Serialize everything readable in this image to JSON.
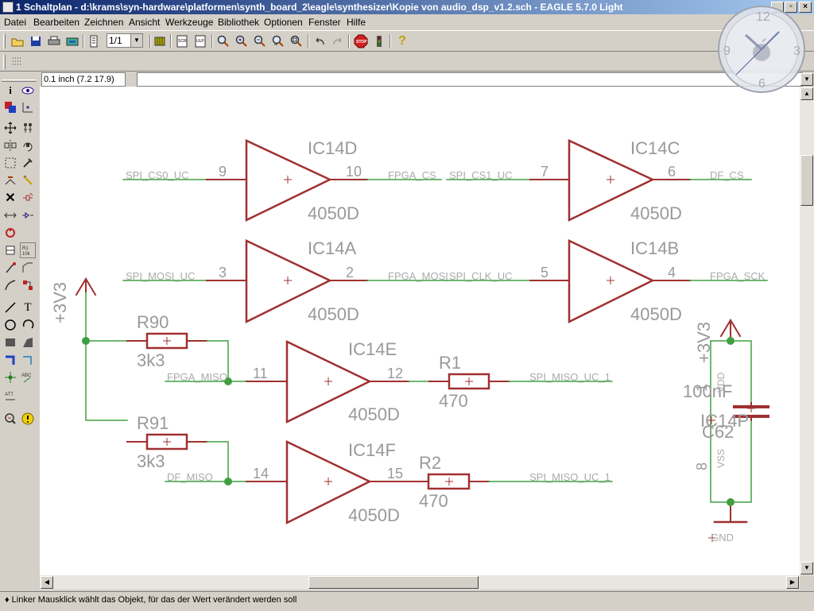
{
  "titlebar": {
    "title": "1 Schaltplan - d:\\krams\\syn-hardware\\platformen\\synth_board_2\\eagle\\synthesizer\\Kopie von audio_dsp_v1.2.sch - EAGLE 5.7.0 Light"
  },
  "menu": [
    "Datei",
    "Bearbeiten",
    "Zeichnen",
    "Ansicht",
    "Werkzeuge",
    "Bibliothek",
    "Optionen",
    "Fenster",
    "Hilfe"
  ],
  "toolbar": {
    "sheet_value": "1/1",
    "icons": [
      "open-icon",
      "save-icon",
      "print-icon",
      "cam-icon",
      "sheet-icon",
      "board-icon",
      "script-icon",
      "ulp-icon",
      "zoom-fit-icon",
      "zoom-in-icon",
      "zoom-out-icon",
      "redraw-icon",
      "zoom-select-icon",
      "undo-icon",
      "redo-icon",
      "stop-icon",
      "go-icon",
      "help-icon"
    ]
  },
  "command": {
    "coord": "0.1 inch (7.2 17.9)",
    "input": ""
  },
  "status": {
    "hint": "Linker Mausklick wählt das Objekt, für das der Wert verändert werden soll"
  },
  "clock": {
    "n12": "12",
    "n3": "3",
    "n6": "6",
    "n9": "9"
  },
  "schematic": {
    "nets": {
      "spi_cs0": "SPI_CS0_UC",
      "fpga_cs": "FPGA_CS",
      "spi_cs1": "SPI_CS1_UC",
      "df_cs": "DF_CS",
      "spi_mosi": "SPI_MOSI_UC",
      "fpga_mosi": "FPGA_MOSI",
      "spi_clk": "SPI_CLK_UC",
      "fpga_sck": "FPGA_SCK",
      "fpga_miso": "FPGA_MISO",
      "spi_miso1": "SPI_MISO_UC_1",
      "df_miso": "DF_MISO",
      "spi_miso2": "SPI_MISO_UC_1",
      "gnd": "GND"
    },
    "gates": {
      "d": {
        "name": "IC14D",
        "value": "4050D",
        "pin_in": "9",
        "pin_out": "10"
      },
      "c": {
        "name": "IC14C",
        "value": "4050D",
        "pin_in": "7",
        "pin_out": "6"
      },
      "a": {
        "name": "IC14A",
        "value": "4050D",
        "pin_in": "3",
        "pin_out": "2"
      },
      "b": {
        "name": "IC14B",
        "value": "4050D",
        "pin_in": "5",
        "pin_out": "4"
      },
      "e": {
        "name": "IC14E",
        "value": "4050D",
        "pin_in": "11",
        "pin_out": "12"
      },
      "f": {
        "name": "IC14F",
        "value": "4050D",
        "pin_in": "14",
        "pin_out": "15"
      }
    },
    "resistors": {
      "r90": {
        "name": "R90",
        "value": "3k3"
      },
      "r91": {
        "name": "R91",
        "value": "3k3"
      },
      "r1": {
        "name": "R1",
        "value": "470"
      },
      "r2": {
        "name": "R2",
        "value": "470"
      }
    },
    "supply": {
      "left": "+3V3",
      "right": "+3V3",
      "power_part": "IC14P",
      "pin_top": "1",
      "pin_bottom": "8",
      "vdd": "VDD",
      "vss": "VSS"
    },
    "capacitor": {
      "name": "C62",
      "value": "100nF"
    }
  }
}
